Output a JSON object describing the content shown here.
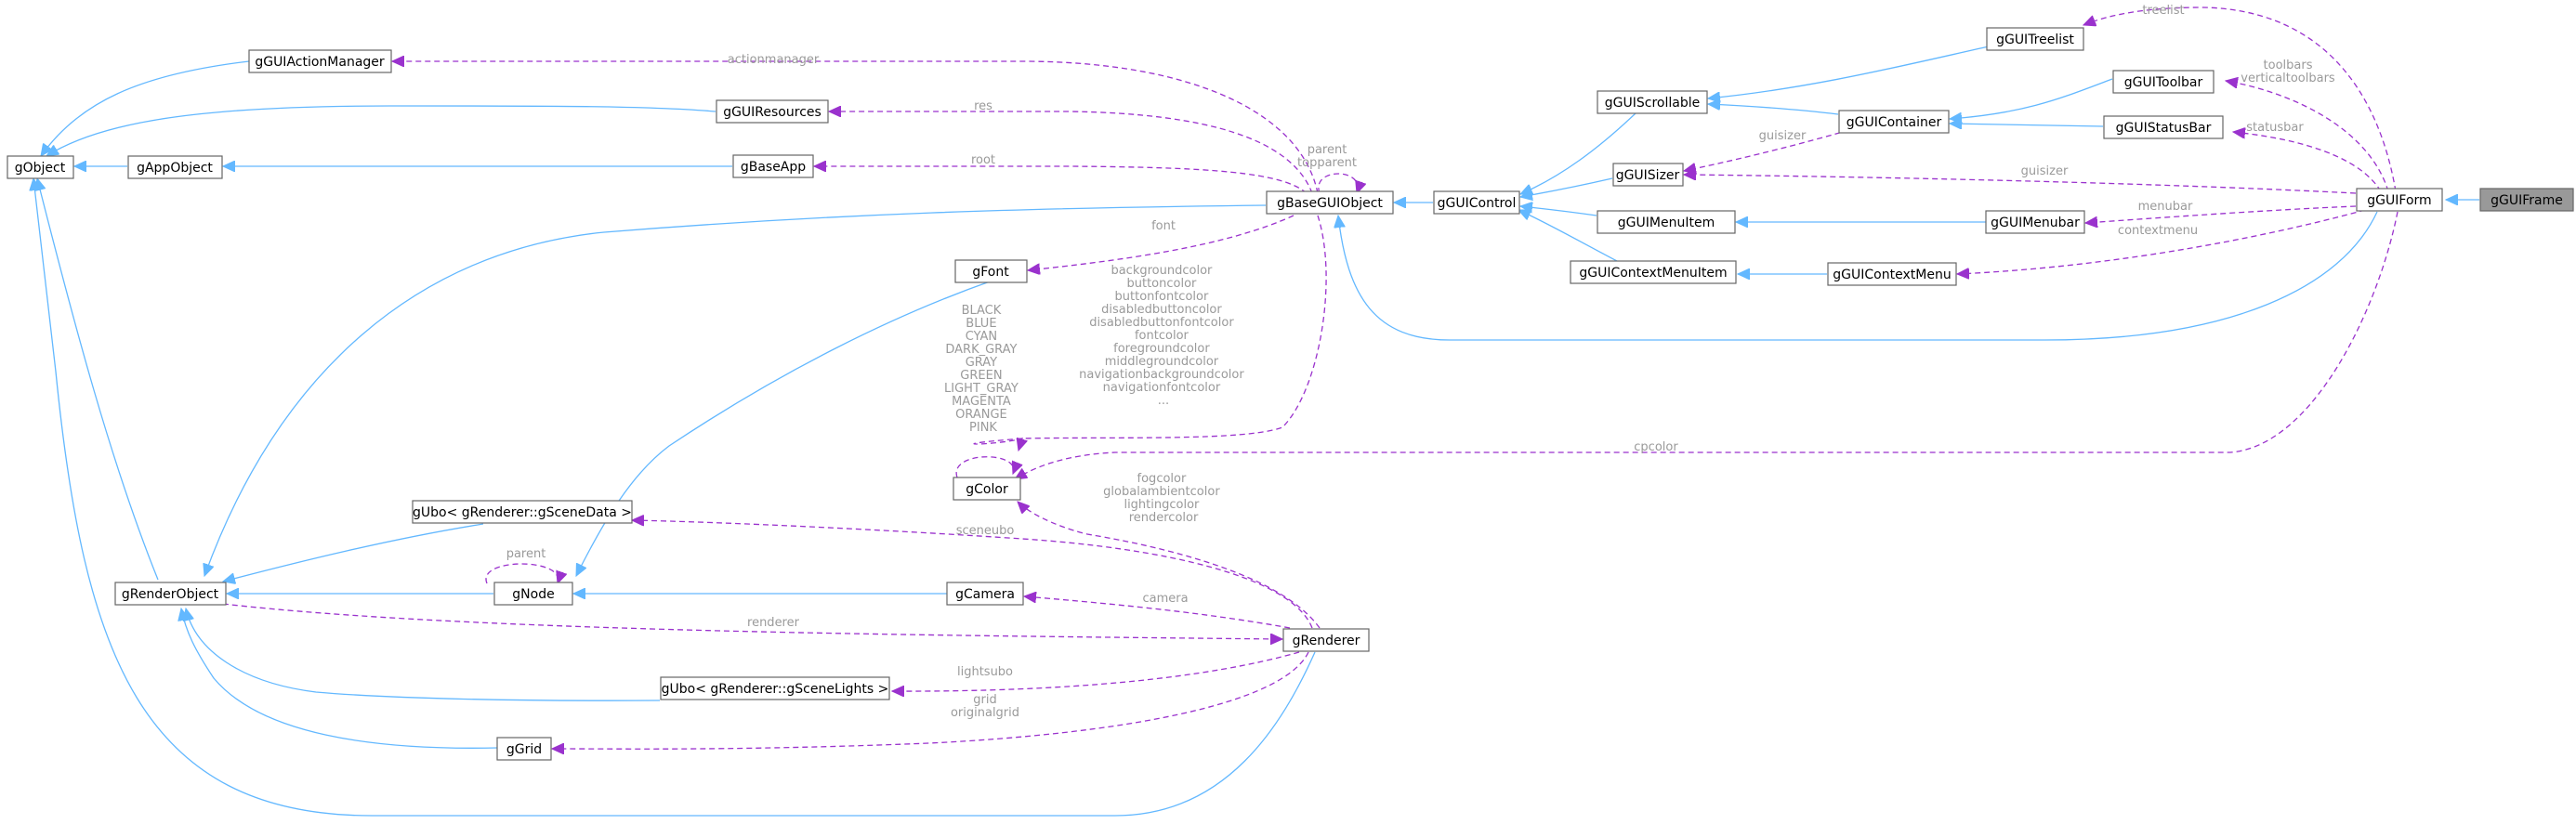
{
  "nodes": {
    "gGUIFrame": "gGUIFrame",
    "gGUIForm": "gGUIForm",
    "gGUITreelist": "gGUITreelist",
    "gGUIToolbar": "gGUIToolbar",
    "gGUIStatusBar": "gGUIStatusBar",
    "gGUIMenubar": "gGUIMenubar",
    "gGUIContextMenu": "gGUIContextMenu",
    "gGUIScrollable": "gGUIScrollable",
    "gGUIContainer": "gGUIContainer",
    "gGUISizer": "gGUISizer",
    "gGUIMenuItem": "gGUIMenuItem",
    "gGUIContextMenuItem": "gGUIContextMenuItem",
    "gGUIControl": "gGUIControl",
    "gBaseGUIObject": "gBaseGUIObject",
    "gGUIActionManager": "gGUIActionManager",
    "gGUIResources": "gGUIResources",
    "gBaseApp": "gBaseApp",
    "gObject": "gObject",
    "gAppObject": "gAppObject",
    "gFont": "gFont",
    "gColor": "gColor",
    "gUboScene": "gUbo< gRenderer::gSceneData >",
    "gRenderObject": "gRenderObject",
    "gNode": "gNode",
    "gCamera": "gCamera",
    "gRenderer": "gRenderer",
    "gUboLights": "gUbo< gRenderer::gSceneLights >",
    "gGrid": "gGrid"
  },
  "edge_labels": {
    "treelist": [
      "treelist"
    ],
    "toolbars": [
      "toolbars",
      "verticaltoolbars"
    ],
    "statusbar": [
      "statusbar"
    ],
    "guisizer_container": [
      "guisizer"
    ],
    "guisizer_form": [
      "guisizer"
    ],
    "menubar": [
      "menubar"
    ],
    "contextmenu": [
      "contextmenu"
    ],
    "actionmanager": [
      "actionmanager"
    ],
    "res": [
      "res"
    ],
    "root": [
      "root"
    ],
    "parent_self": [
      "parent",
      "topparent"
    ],
    "font": [
      "font"
    ],
    "colors_base": [
      "backgroundcolor",
      "buttoncolor",
      "buttonfontcolor",
      "disabledbuttoncolor",
      "disabledbuttonfontcolor",
      "fontcolor",
      "foregroundcolor",
      "middlegroundcolor",
      "navigationbackgroundcolor",
      "navigationfontcolor",
      "..."
    ],
    "colors_self": [
      "BLACK",
      "BLUE",
      "CYAN",
      "DARK_GRAY",
      "GRAY",
      "GREEN",
      "LIGHT_GRAY",
      "MAGENTA",
      "ORANGE",
      "PINK"
    ],
    "cpcolor": [
      "cpcolor"
    ],
    "colors_renderer": [
      "fogcolor",
      "globalambientcolor",
      "lightingcolor",
      "rendercolor"
    ],
    "sceneubo": [
      "sceneubo"
    ],
    "parent_node": [
      "parent"
    ],
    "camera": [
      "camera"
    ],
    "renderer": [
      "renderer"
    ],
    "lightsubo": [
      "lightsubo"
    ],
    "grid": [
      "grid",
      "originalgrid"
    ]
  }
}
